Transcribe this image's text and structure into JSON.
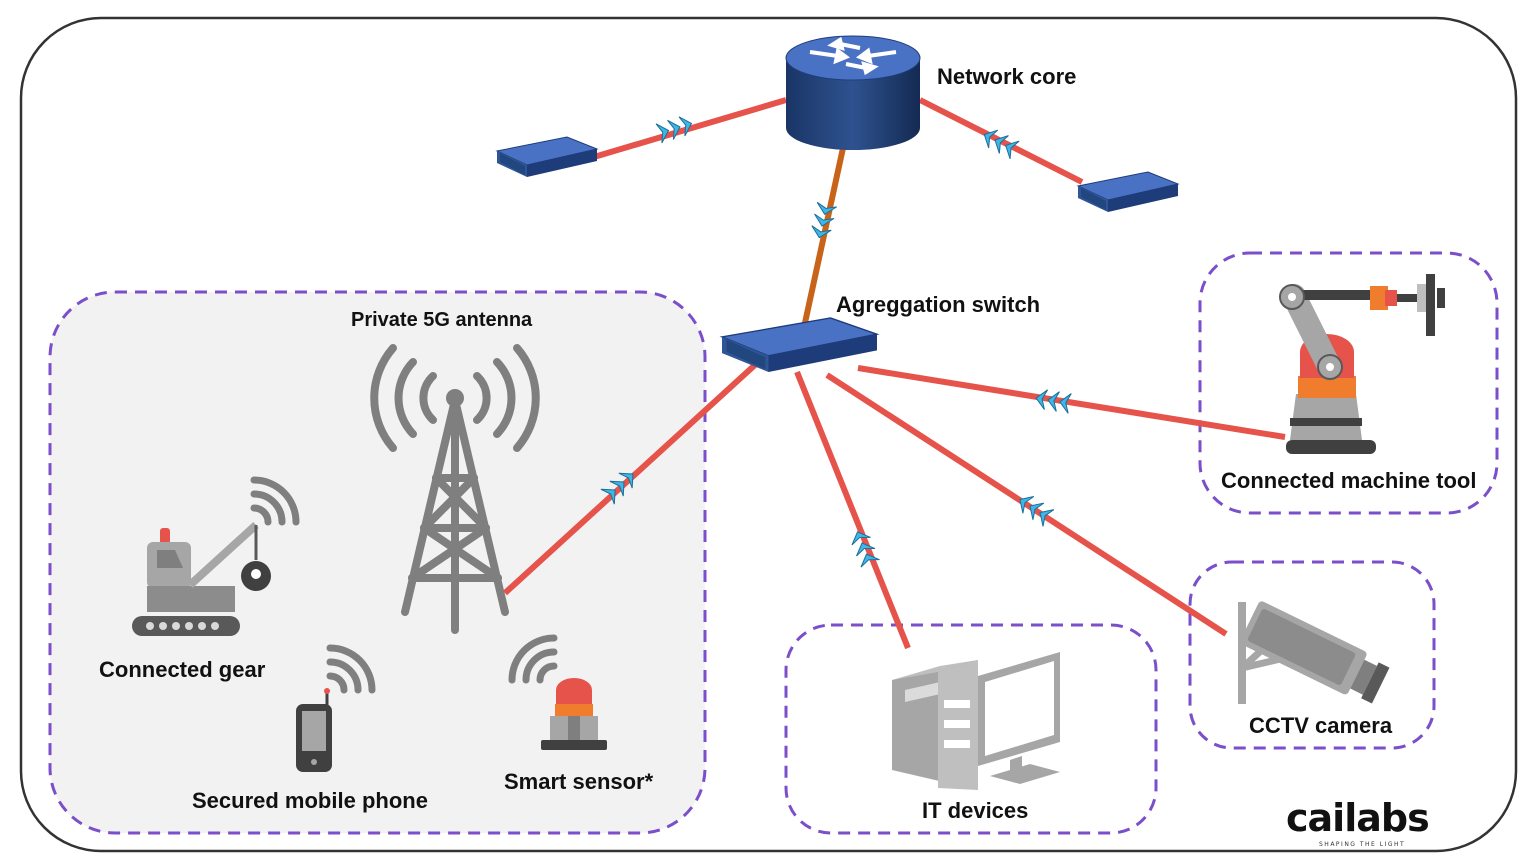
{
  "labels": {
    "network_core": "Network core",
    "aggregation_switch": "Agreggation switch",
    "private_5g_antenna": "Private 5G antenna",
    "connected_gear": "Connected gear",
    "secured_mobile_phone": "Secured mobile phone",
    "smart_sensor": "Smart sensor*",
    "connected_machine_tool": "Connected machine tool",
    "it_devices": "IT devices",
    "cctv_camera": "CCTV camera"
  },
  "logo": {
    "name": "cailabs",
    "tagline": "SHAPING THE LIGHT"
  },
  "colors": {
    "fiber": "#e5534b",
    "uplink": "#c8641a",
    "group_border": "#7a4fc9",
    "switch_blue": "#2f5597",
    "icon_gray": "#7f7f7f",
    "signal_blue": "#3fb6e6"
  },
  "icons": [
    "router-icon",
    "switch-icon",
    "antenna-tower-icon",
    "crane-icon",
    "mobile-phone-icon",
    "beacon-sensor-icon",
    "robot-arm-icon",
    "desktop-computer-icon",
    "cctv-camera-icon",
    "wifi-waves-icon",
    "light-signal-icon"
  ]
}
